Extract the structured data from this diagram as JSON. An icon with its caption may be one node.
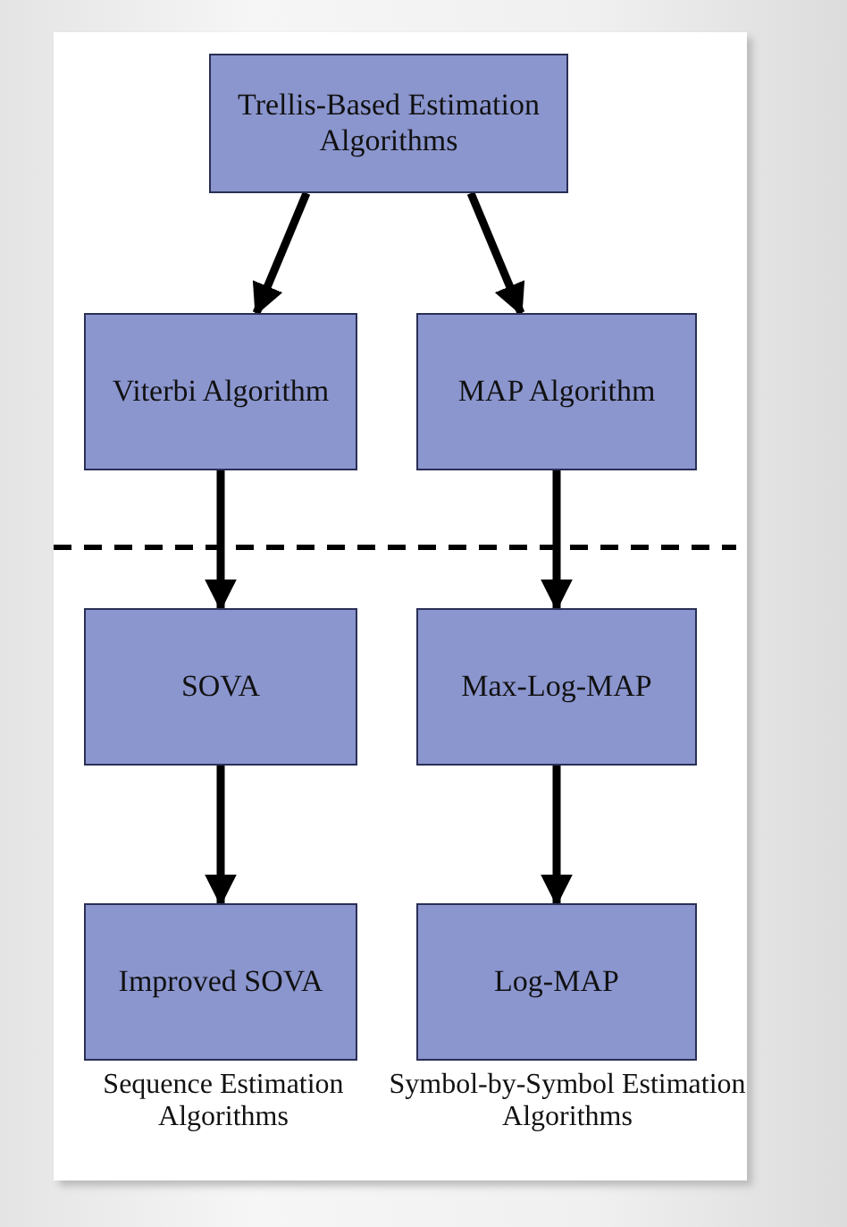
{
  "diagram": {
    "nodes": [
      {
        "text": [
          "Trellis-Based Estimation Algorithms"
        ]
      },
      {
        "text": [
          "Viterbi Algorithm"
        ]
      },
      {
        "text": [
          "MAP Algorithm"
        ]
      },
      {
        "text": [
          "SOVA"
        ]
      },
      {
        "text": [
          "Max-Log-MAP"
        ]
      },
      {
        "text": [
          "Improved SOVA"
        ]
      },
      {
        "text": [
          "Log-MAP"
        ]
      }
    ],
    "edges": [
      {
        "from": 0,
        "to": 1,
        "arrow": "to"
      },
      {
        "from": 0,
        "to": 2,
        "arrow": "to"
      },
      {
        "from": 1,
        "to": 3,
        "arrow": "to"
      },
      {
        "from": 2,
        "to": 4,
        "arrow": "to"
      },
      {
        "from": 3,
        "to": 5,
        "arrow": "to"
      },
      {
        "from": 4,
        "to": 6,
        "arrow": "to"
      }
    ],
    "labels": [
      "Sequence Estimation Algorithms",
      "Symbol-by-Symbol Estimation Algorithms"
    ]
  }
}
